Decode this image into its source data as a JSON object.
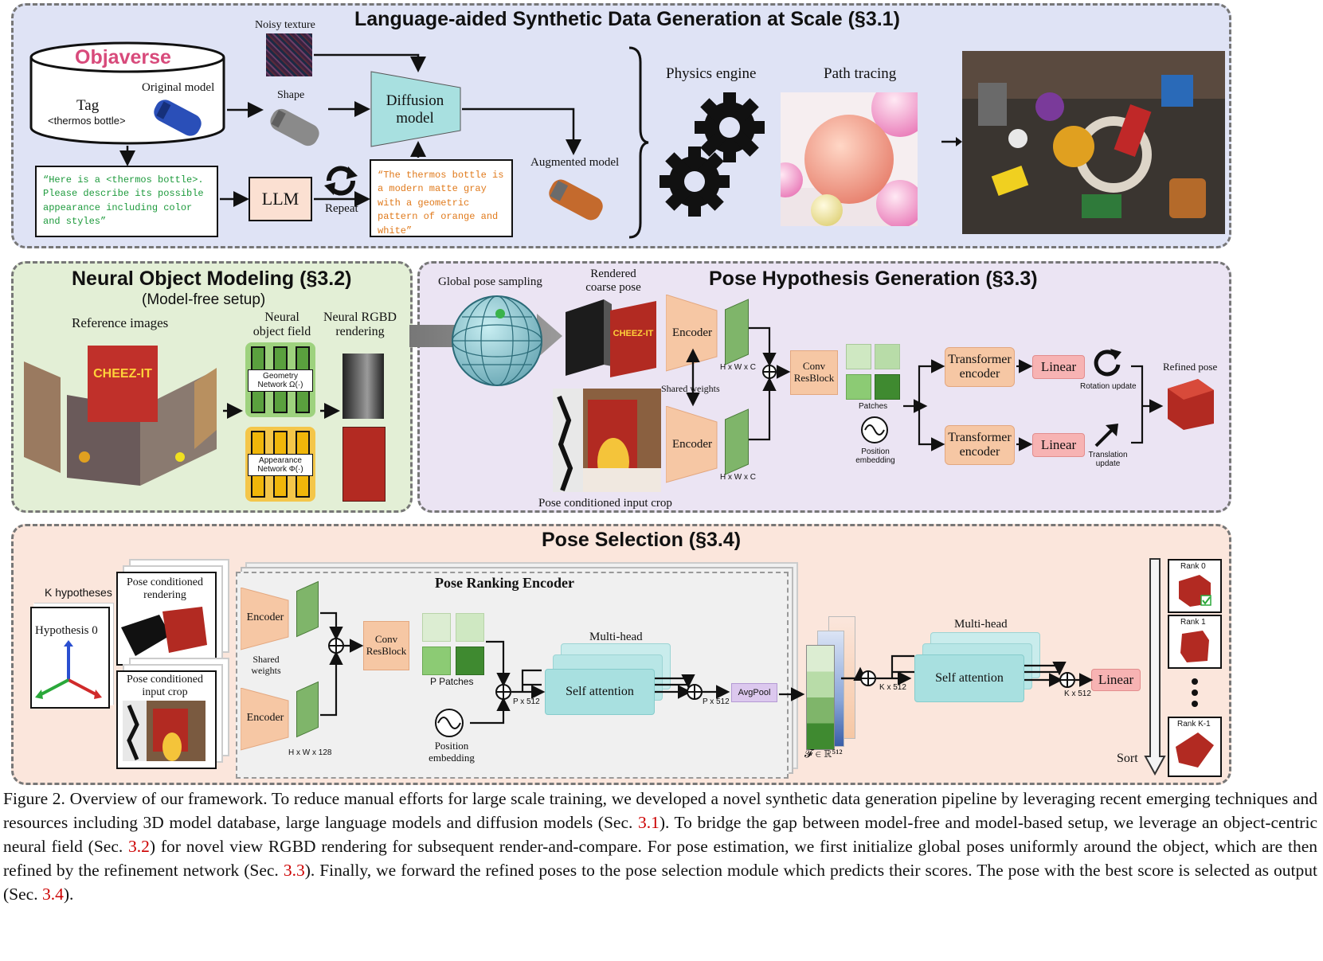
{
  "panel_synth": {
    "title": "Language-aided Synthetic Data Generation at Scale (§3.1)",
    "objaverse": "Objaverse",
    "original_model": "Original model",
    "tag": "Tag",
    "tag_value": "<thermos bottle>",
    "noisy_texture": "Noisy texture",
    "shape": "Shape",
    "diffusion_model": "Diffusion model",
    "prompt_text": "“Here is a <thermos bottle>. Please describe its possible appearance including color and styles”",
    "llm": "LLM",
    "repeat": "Repeat",
    "llm_output": "“The thermos bottle is a modern matte gray with a geometric pattern of orange and white”",
    "augmented_model": "Augmented model",
    "physics_engine": "Physics engine",
    "path_tracing": "Path tracing"
  },
  "panel_neural": {
    "title": "Neural Object Modeling (§3.2)",
    "subtitle": "(Model-free setup)",
    "reference_images": "Reference images",
    "neural_field": "Neural object field",
    "geometry_network": "Geometry Network Ω(·)",
    "appearance_network": "Appearance Network Φ(·)",
    "neural_rgbd": "Neural RGBD rendering"
  },
  "panel_hypothesis": {
    "title": "Pose Hypothesis Generation (§3.3)",
    "global_pose_sampling": "Global pose sampling",
    "rendered_coarse_pose": "Rendered coarse pose",
    "encoder": "Encoder",
    "hwc": "H x W x C",
    "shared_weights": "Shared weights",
    "conv_resblock": "Conv ResBlock",
    "patches": "Patches",
    "position_embedding": "Position embedding",
    "transformer_encoder": "Transformer encoder",
    "linear": "Linear",
    "rotation_update": "Rotation update",
    "translation_update": "Translation update",
    "refined_pose": "Refined pose",
    "input_crop": "Pose conditioned input crop"
  },
  "panel_selection": {
    "title": "Pose Selection (§3.4)",
    "k_hypotheses": "K hypotheses",
    "hypothesis_0": "Hypothesis 0",
    "cond_rendering": "Pose conditioned rendering",
    "cond_input_crop": "Pose conditioned input crop",
    "encoder": "Encoder",
    "shared_weights": "Shared weights",
    "hw128": "H x W x 128",
    "conv_resblock": "Conv ResBlock",
    "ranking_encoder": "Pose Ranking Encoder",
    "p_patches": "P Patches",
    "position_embedding": "Position embedding",
    "multi_head": "Multi-head",
    "self_attention": "Self attention",
    "p512": "P x 512",
    "avgpool": "AvgPool",
    "feature_space": "𝓕 ∈ ℝ⁵¹²",
    "k512": "K x 512",
    "linear": "Linear",
    "sort": "Sort",
    "rank_0": "Rank 0",
    "rank_1": "Rank 1",
    "rank_k1": "Rank K-1"
  },
  "caption": {
    "p1": "Figure 2.  Overview of our framework.  To reduce manual efforts for large scale training, we developed a novel synthetic data generation pipeline by leveraging recent emerging techniques and resources including 3D model database, large language models and diffusion models (Sec. ",
    "r1": "3.1",
    "p2": "). To bridge the gap between model-free and model-based setup, we leverage an object-centric neural field (Sec. ",
    "r2": "3.2",
    "p3": ") for novel view RGBD rendering for subsequent render-and-compare. For pose estimation, we first initialize global poses uniformly around the object, which are then refined by the refinement network (Sec. ",
    "r3": "3.3",
    "p4": "). Finally, we forward the refined poses to the pose selection module which predicts their scores. The pose with the best score is selected as output (Sec. ",
    "r4": "3.4",
    "p5": ")."
  },
  "colors": {
    "synth_bg": "#dfe3f5",
    "neural_bg": "#e3efd6",
    "hypothesis_bg": "#ebe4f3",
    "selection_bg": "#fbe6dc",
    "encoder": "#f6c7a4",
    "linear": "#f7b3b3",
    "attention": "#a8e0e0",
    "feature_green": "#7fb56a",
    "caption_ref": "#cc0000"
  }
}
